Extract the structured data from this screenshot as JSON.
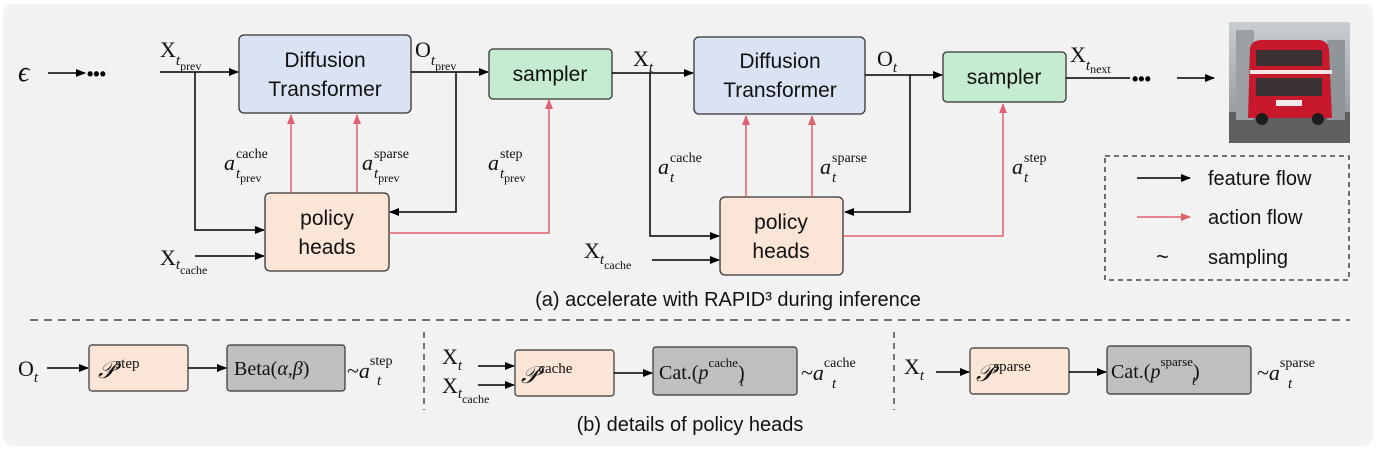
{
  "colors": {
    "panel_bg": "#f2f2f2",
    "transformer_fill": "#dae3f3",
    "sampler_fill": "#c5ecd0",
    "policy_fill": "#fbe5d6",
    "dist_fill": "#bfbfbf",
    "feature_arrow": "#000000",
    "action_arrow": "#e06070"
  },
  "part_a": {
    "caption": "(a) accelerate with RAPID³ during inference",
    "start_symbol": "ϵ",
    "dots": "•••",
    "transformer_line1": "Diffusion",
    "transformer_line2": "Transformer",
    "sampler_label": "sampler",
    "policy_line1": "policy",
    "policy_line2": "heads",
    "x_main": "X",
    "o_main": "O",
    "a_main": "a",
    "sub_t": "t",
    "sub_prev": "prev",
    "sub_cache": "cache",
    "sub_next": "next",
    "sup_cache": "cache",
    "sup_sparse": "sparse",
    "sup_step": "step",
    "image_icon": "red-double-decker-bus-photo"
  },
  "legend": {
    "feature_flow": "feature flow",
    "action_flow": "action flow",
    "sampling_symbol": "~",
    "sampling": "sampling"
  },
  "part_b": {
    "caption": "(b) details of policy heads",
    "P": "𝒫",
    "step": "step",
    "cache": "cache",
    "sparse": "sparse",
    "beta": "Beta(",
    "beta_params": "α,β",
    "beta_close": ")",
    "cat": "Cat.(",
    "p": "p",
    "close": ")",
    "tilde": "~",
    "O": "O",
    "X": "X",
    "a": "a",
    "t": "t",
    "sub_cache": "cache"
  }
}
